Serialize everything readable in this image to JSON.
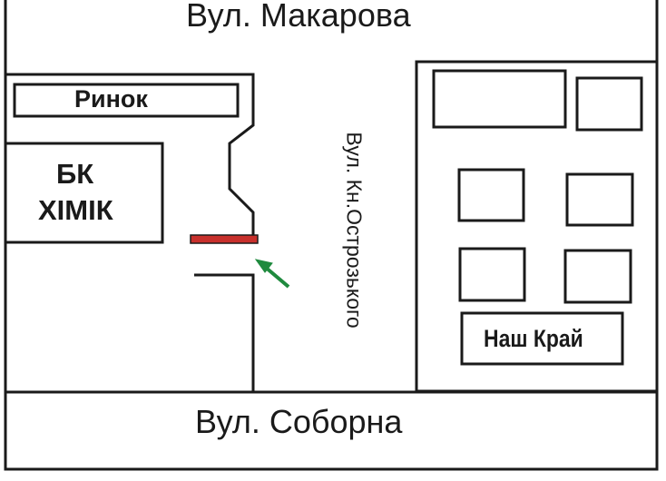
{
  "streets": {
    "top": "Вул. Макарова",
    "bottom": "Вул. Соборна",
    "vertical": "Вул. Кн.Острозького"
  },
  "buildings": {
    "market": "Ринок",
    "sport_club_line1": "БК",
    "sport_club_line2": "ХІМІК",
    "shop": "Наш Край"
  },
  "colors": {
    "entrance": "#c8302c",
    "arrow": "#1f8a3e",
    "lines": "#1a1a1a"
  }
}
